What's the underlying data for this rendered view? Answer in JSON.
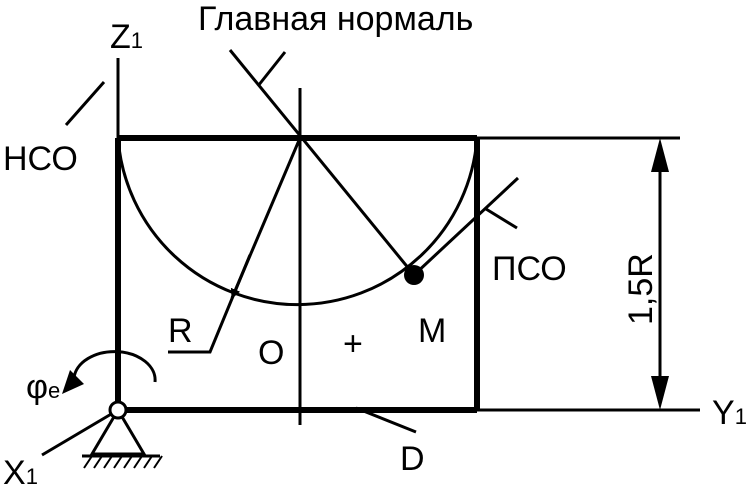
{
  "labels": {
    "z_axis": "Z",
    "z_sub": "1",
    "main_normal": "Главная нормаль",
    "nso": "НСО",
    "pso": "ПСО",
    "height": "1,5R",
    "r": "R",
    "o": "O",
    "plus": "+",
    "m": "M",
    "phi": "φ",
    "phi_sub": "e",
    "y_axis": "Y",
    "y_sub": "1",
    "x_axis": "X",
    "x_sub": "1",
    "d": "D"
  },
  "colors": {
    "stroke": "#000000",
    "background": "#ffffff"
  }
}
